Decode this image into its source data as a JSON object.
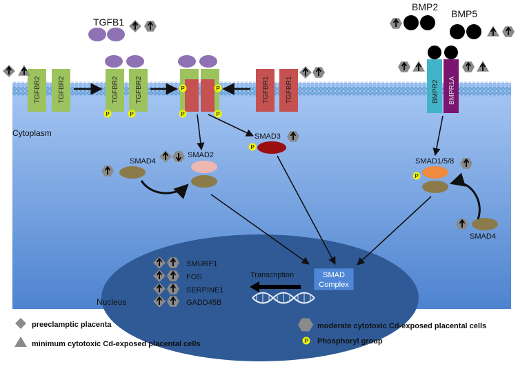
{
  "ligands": {
    "tgfb1": "TGFB1",
    "bmp2": "BMP2",
    "bmp5": "BMP5"
  },
  "receptors": {
    "tgfbr2": "TGFBR2",
    "tgfbr1": "TGFBR1",
    "bmpr2": "BMPR2",
    "bmpr1a": "BMPR1A"
  },
  "regions": {
    "cytoplasm": "Cytoplasm",
    "nucleus": "Nucleus"
  },
  "smads": {
    "smad4": "SMAD4",
    "smad2": "SMAD2",
    "smad3": "SMAD3",
    "smad158": "SMAD1/5/8",
    "smad4_right": "SMAD4"
  },
  "phospho_symbol": "P",
  "complex": {
    "line1": "SMAD",
    "line2": "Complex"
  },
  "transcription": "Transcription",
  "genes": [
    "SMURF1",
    "FOS",
    "SERPINE1",
    "GADD45B"
  ],
  "legend": {
    "diamond": "preeclamptic placenta",
    "triangle": "minimum cytotoxic Cd-exposed placental cells",
    "hexagon": "moderate cytotoxic Cd-exposed placental cells",
    "phosphoryl": "Phosphoryl group"
  },
  "colors": {
    "cytoplasm_top": "#a8c8f4",
    "cytoplasm_bottom": "#4d83cf",
    "nucleus": "#2f5a96",
    "receptor_green": "#9dc35f",
    "receptor_red": "#c55250",
    "bmpr2": "#42b3c8",
    "bmpr1a": "#7a1670",
    "ligand_purple": "#8e72b4",
    "smad_olive": "#8b7b4a",
    "smad2_pink": "#edb7b2",
    "smad3_darkred": "#9a0f0f",
    "smad158_orange": "#ef8a3e",
    "phospho_yellow": "#f2f500",
    "marker_gray": "#8a8a8a",
    "complex_box": "#4f87d6"
  }
}
